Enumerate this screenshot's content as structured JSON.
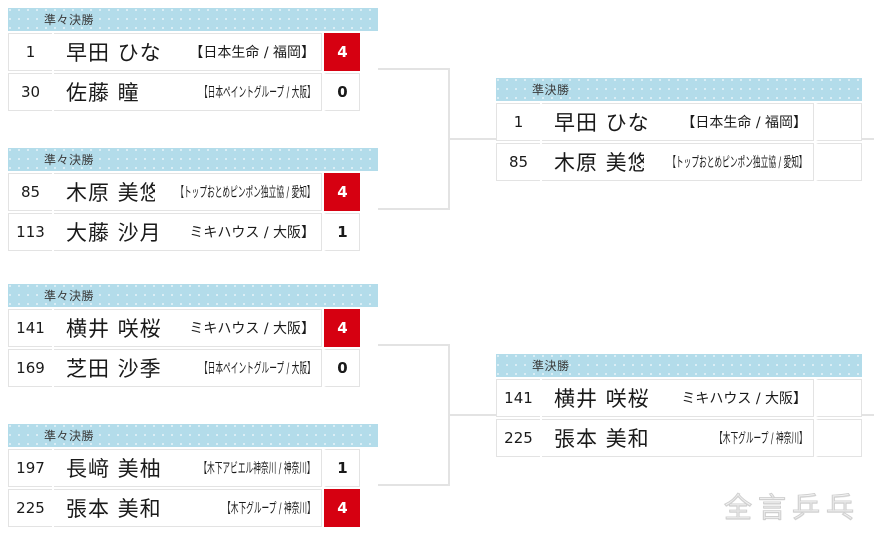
{
  "bracket": {
    "round_labels": {
      "quarterfinal": "準々決勝",
      "semifinal": "準決勝"
    },
    "matches": [
      {
        "id": "qf-1",
        "round": "準々決勝",
        "players": [
          {
            "seed": "1",
            "name": "早田 ひな",
            "team": "【日本生命 / 福岡】",
            "team_condensed": false,
            "score": "4",
            "winner": true
          },
          {
            "seed": "30",
            "name": "佐藤 瞳",
            "team": "【日本ペイントグループ / 大阪】",
            "team_condensed": true,
            "score": "0",
            "winner": false
          }
        ]
      },
      {
        "id": "qf-2",
        "round": "準々決勝",
        "players": [
          {
            "seed": "85",
            "name": "木原 美悠",
            "team": "【トップおとめピンポン独立協 / 愛知】",
            "team_condensed": true,
            "score": "4",
            "winner": true
          },
          {
            "seed": "113",
            "name": "大藤 沙月",
            "team": "【ミキハウス / 大阪】",
            "team_condensed": false,
            "score": "1",
            "winner": false
          }
        ]
      },
      {
        "id": "qf-3",
        "round": "準々決勝",
        "players": [
          {
            "seed": "141",
            "name": "横井 咲桜",
            "team": "【ミキハウス / 大阪】",
            "team_condensed": false,
            "score": "4",
            "winner": true
          },
          {
            "seed": "169",
            "name": "芝田 沙季",
            "team": "【日本ペイントグループ / 大阪】",
            "team_condensed": true,
            "score": "0",
            "winner": false
          }
        ]
      },
      {
        "id": "qf-4",
        "round": "準々決勝",
        "players": [
          {
            "seed": "197",
            "name": "長﨑 美柚",
            "team": "【木下アビエル神奈川 / 神奈川】",
            "team_condensed": true,
            "score": "1",
            "winner": false
          },
          {
            "seed": "225",
            "name": "張本 美和",
            "team": "【木下グループ / 神奈川】",
            "team_condensed": true,
            "score": "4",
            "winner": true
          }
        ]
      },
      {
        "id": "sf-1",
        "round": "準決勝",
        "players": [
          {
            "seed": "1",
            "name": "早田 ひな",
            "team": "【日本生命 / 福岡】",
            "team_condensed": false,
            "score": "",
            "winner": false
          },
          {
            "seed": "85",
            "name": "木原 美悠",
            "team": "【トップおとめピンポン独立協 / 愛知】",
            "team_condensed": true,
            "score": "",
            "winner": false
          }
        ]
      },
      {
        "id": "sf-2",
        "round": "準決勝",
        "players": [
          {
            "seed": "141",
            "name": "横井 咲桜",
            "team": "【ミキハウス / 大阪】",
            "team_condensed": false,
            "score": "",
            "winner": false
          },
          {
            "seed": "225",
            "name": "張本 美和",
            "team": "【木下グループ / 神奈川】",
            "team_condensed": true,
            "score": "",
            "winner": false
          }
        ]
      }
    ]
  },
  "watermark": {
    "text": "全言乒乓"
  },
  "colors": {
    "header_bg": "#b3dcea",
    "winner_bg": "#d60011",
    "line": "#e3e3e3",
    "page_bg": "#ffffff"
  }
}
